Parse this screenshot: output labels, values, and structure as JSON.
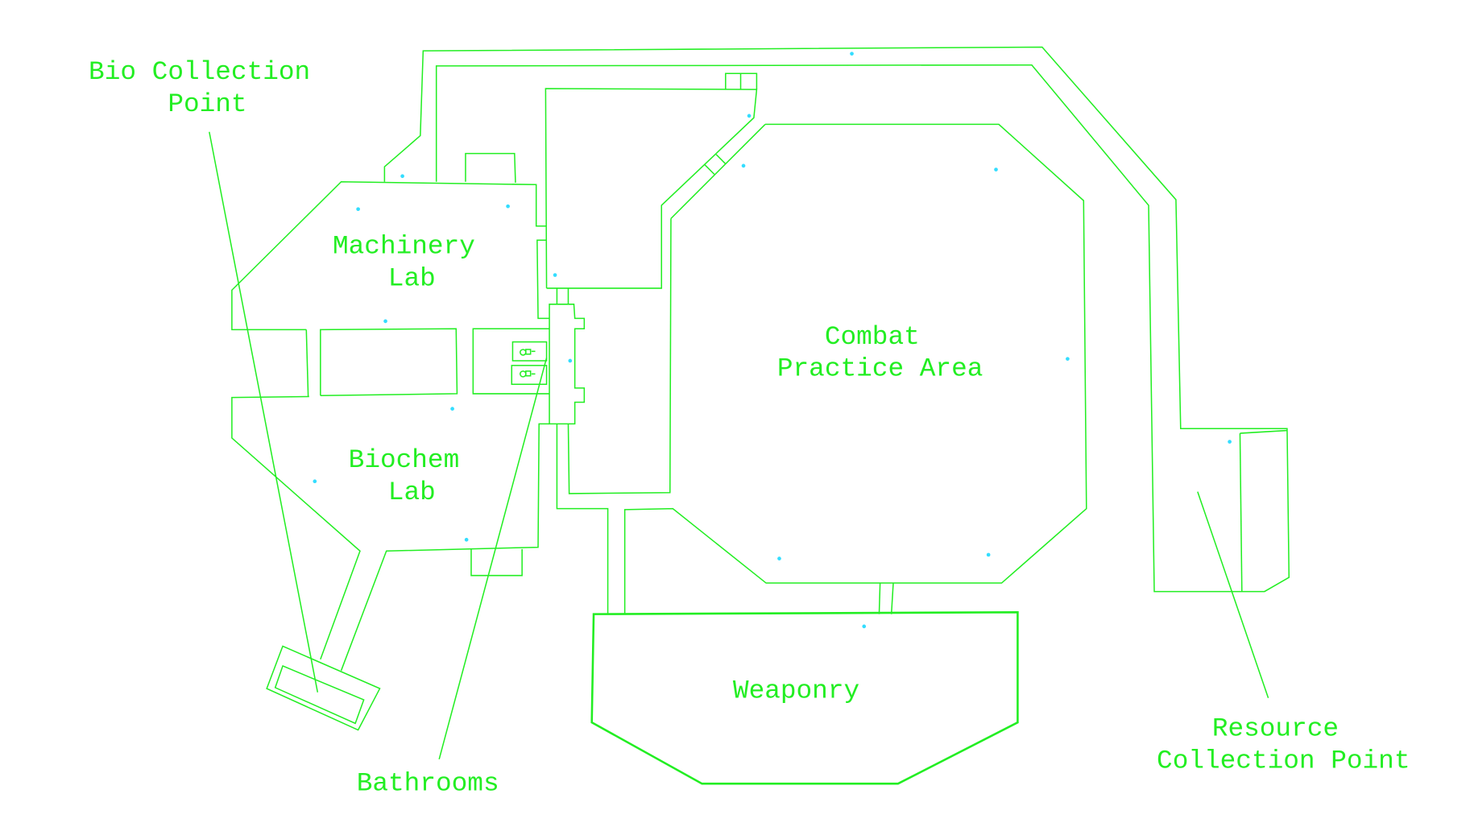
{
  "map": {
    "line_color": "#22ee22",
    "marker_color": "#33ddff",
    "rooms": {
      "machinery_lab": [
        "Machinery",
        "Lab"
      ],
      "biochem_lab": [
        "Biochem",
        "Lab"
      ],
      "combat_practice_area": [
        "Combat",
        "Practice Area"
      ],
      "weaponry": [
        "Weaponry"
      ]
    },
    "callouts": {
      "bio_collection_point": [
        "Bio Collection",
        "Point"
      ],
      "bathrooms": [
        "Bathrooms"
      ],
      "resource_collection_point": [
        "Resource",
        "Collection Point"
      ]
    },
    "icons": [
      "male-restroom-icon",
      "female-restroom-icon"
    ]
  }
}
